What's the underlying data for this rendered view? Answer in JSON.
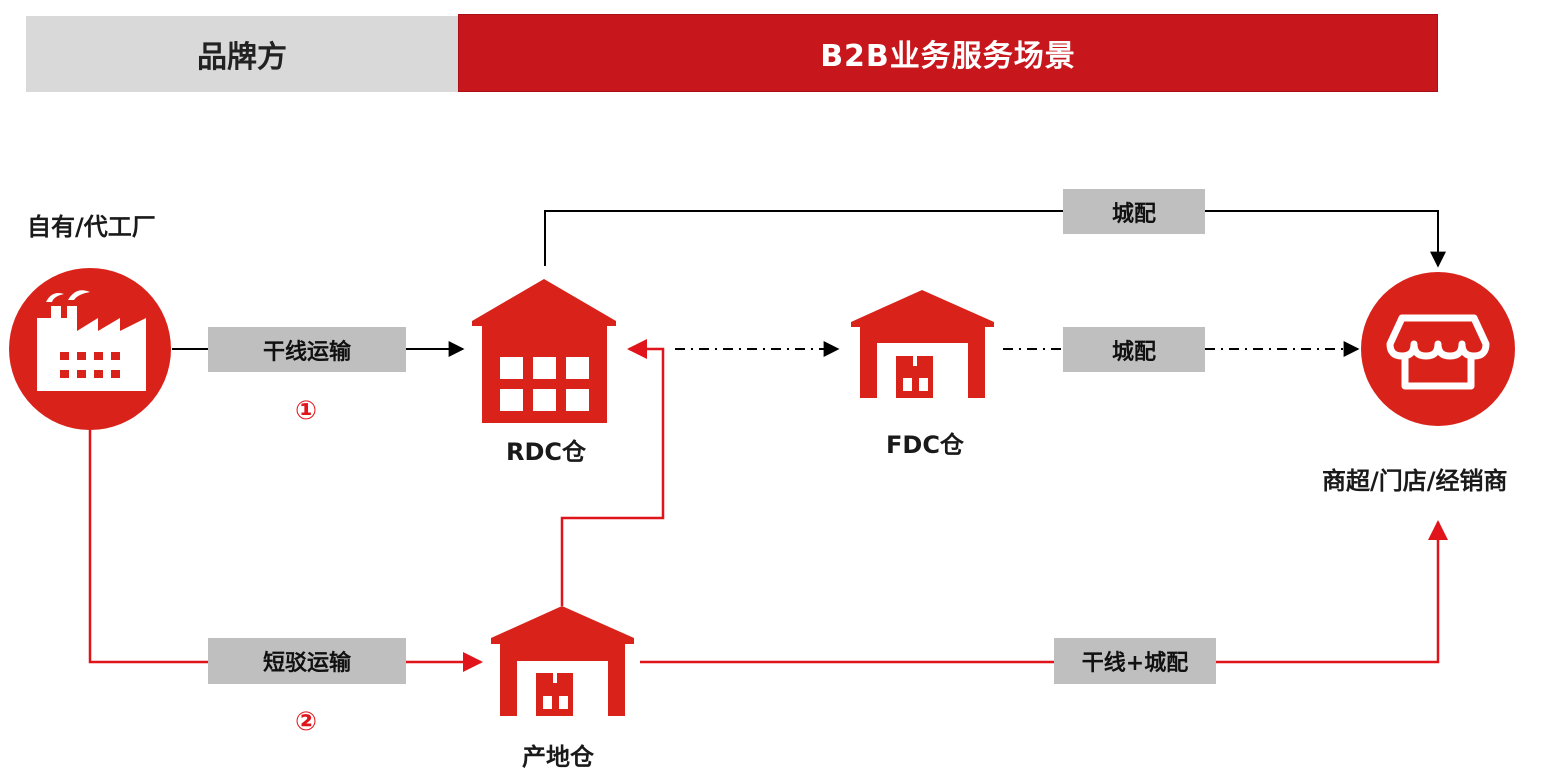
{
  "header": {
    "left_title": "品牌方",
    "right_title": "B2B业务服务场景"
  },
  "nodes": {
    "factory": "自有/代工厂",
    "rdc": "RDC仓",
    "fdc": "FDC仓",
    "store": "商超/门店/经销商",
    "origin": "产地仓"
  },
  "edges": {
    "trunk": "干线运输",
    "short": "短驳运输",
    "city_top": "城配",
    "city_mid": "城配",
    "trunk_city": "干线+城配"
  },
  "routes": {
    "route1": "①",
    "route2": "②"
  },
  "colors": {
    "brand_red": "#c8161d",
    "icon_red": "#d9231a",
    "path_red": "#e0141a",
    "header_gray": "#d9d9d9",
    "label_gray": "#bfbfbf"
  },
  "icons": {
    "factory": "factory-icon",
    "warehouse": "warehouse-icon",
    "store": "storefront-icon"
  }
}
